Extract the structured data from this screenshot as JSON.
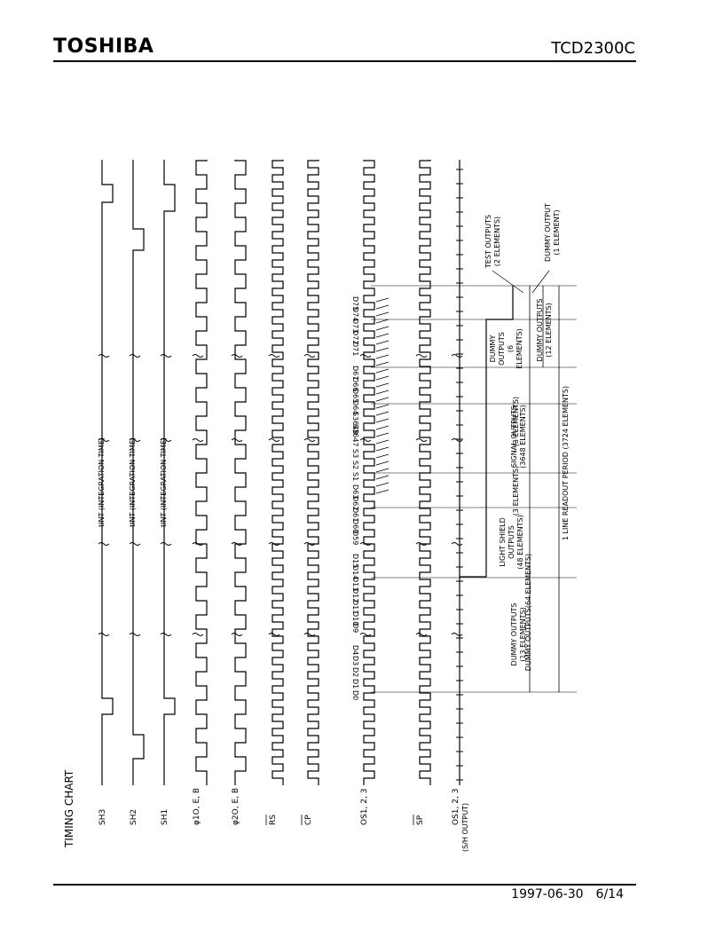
{
  "header": {
    "brand": "TOSHIBA",
    "part_number": "TCD2300C"
  },
  "footer": {
    "date": "1997-06-30",
    "page": "6/14"
  },
  "title": "TIMING CHART",
  "signals": [
    {
      "name": "SH3",
      "kind": "sh",
      "pulse": 0
    },
    {
      "name": "SH2",
      "kind": "sh",
      "pulse": 1
    },
    {
      "name": "SH1",
      "kind": "sh",
      "pulse": 2
    },
    {
      "name": "φ1O, E, B",
      "kind": "clock"
    },
    {
      "name": "φ2O, E, B",
      "kind": "clockinv"
    },
    {
      "name": "RS",
      "kind": "fast",
      "overbar": true
    },
    {
      "name": "CP",
      "kind": "fast",
      "overbar": true
    },
    {
      "name": "OS1, 2, 3",
      "kind": "os"
    },
    {
      "name": "SP",
      "kind": "fast",
      "overbar": true
    },
    {
      "name": "OS1, 2, 3",
      "kind": "sh_out",
      "sub": "(S/H OUTPUT)"
    }
  ],
  "integration_labels": [
    "tINT (INTEGRATION TIME)",
    "tINT (INTEGRATION TIME)",
    "tINT (INTEGRATION TIME)"
  ],
  "elements": [
    "D0",
    "D1",
    "D2",
    "D3",
    "D4",
    "D9",
    "D10",
    "D11",
    "D12",
    "D13",
    "D14",
    "D15",
    "D59",
    "D60",
    "D61",
    "D62",
    "D63",
    "S1",
    "S2",
    "S3",
    "S3647",
    "S3648",
    "D64",
    "D65",
    "D66",
    "D67",
    "D71",
    "D72",
    "D73",
    "D74",
    "D75"
  ],
  "annotations": {
    "dummy13": [
      "DUMMY OUTPUTS",
      "(13 ELEMENTS)"
    ],
    "light_shield": [
      "LIGHT SHIELD",
      "OUTPUTS",
      "(48 ELEMENTS)"
    ],
    "three1": "(3 ELEMENTS)",
    "three2": "(3 ELEMENTS)",
    "dummy6": [
      "DUMMY",
      "OUTPUTS",
      "(6",
      "ELEMENTS)"
    ],
    "test": [
      "TEST OUTPUTS",
      "(2 ELEMENTS)"
    ],
    "dummy1": [
      "DUMMY OUTPUT",
      "(1 ELEMENT)"
    ],
    "dummy64": "DUMMY OUTPUTS(64 ELEMENTS)",
    "signal": [
      "SIGNAL OUTPUTS",
      "(3648 ELEMENTS)"
    ],
    "dummy12": [
      "DUMMY OUTPUTS",
      "(12 ELEMENTS)"
    ],
    "line": "1 LINE READOUT PERIOD (3724 ELEMENTS)"
  }
}
